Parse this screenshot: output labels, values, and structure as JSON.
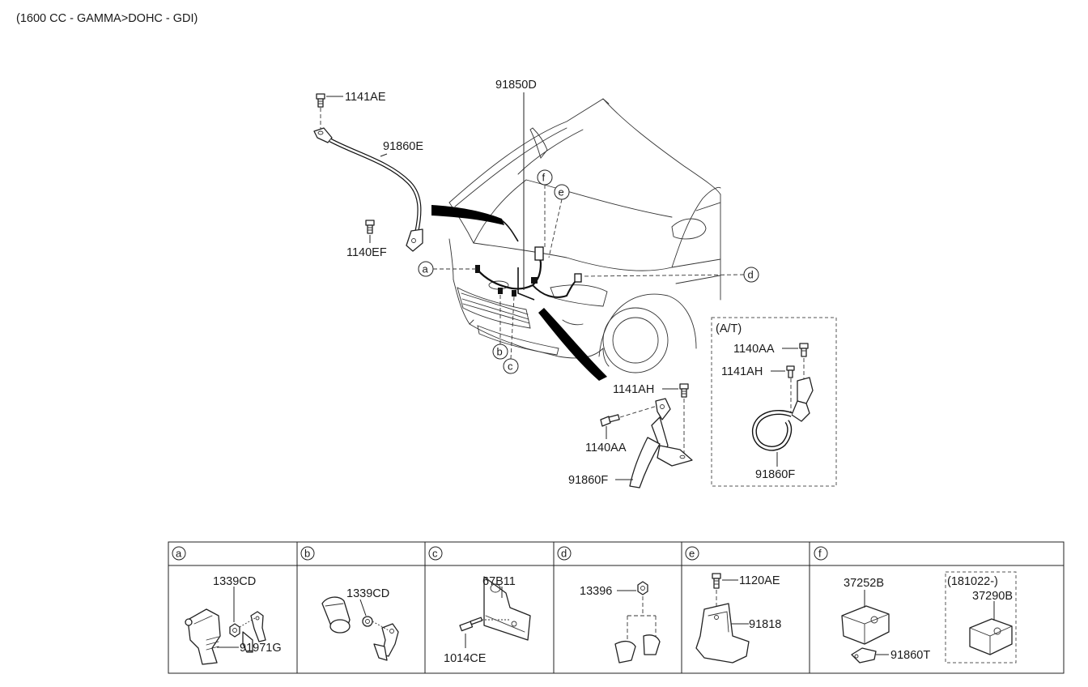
{
  "header": {
    "engine_spec": "(1600 CC - GAMMA>DOHC - GDI)"
  },
  "main": {
    "parts": {
      "p1141AE": "1141AE",
      "p91850D": "91850D",
      "p91860E": "91860E",
      "p1140EF": "1140EF",
      "p1141AH": "1141AH",
      "p1140AA": "1140AA",
      "p91860F": "91860F"
    },
    "callouts": [
      "a",
      "b",
      "c",
      "d",
      "e",
      "f"
    ],
    "at_box": {
      "title": "(A/T)",
      "p1140AA": "1140AA",
      "p1141AH": "1141AH",
      "p91860F": "91860F"
    }
  },
  "detail_table": {
    "headers": [
      "a",
      "b",
      "c",
      "d",
      "e",
      "f"
    ],
    "a": {
      "p1": "1339CD",
      "p2": "91971G"
    },
    "b": {
      "p1": "1339CD"
    },
    "c": {
      "p1": "67B11",
      "p2": "1014CE"
    },
    "d": {
      "p1": "13396"
    },
    "e": {
      "p1": "1120AE",
      "p2": "91818"
    },
    "f": {
      "p1": "37252B",
      "p2": "91860T",
      "sub_title": "(181022-)",
      "p3": "37290B"
    }
  }
}
